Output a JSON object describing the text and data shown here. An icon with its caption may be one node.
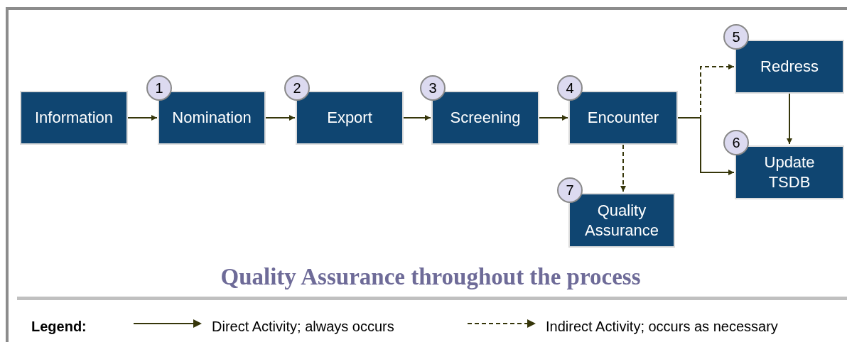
{
  "diagram": {
    "caption": "Quality Assurance throughout the process",
    "nodes": [
      {
        "text": [
          "Information"
        ]
      },
      {
        "text": [
          "Nomination"
        ],
        "beside": [
          "1"
        ]
      },
      {
        "text": [
          "Export"
        ],
        "beside": [
          "2"
        ]
      },
      {
        "text": [
          "Screening"
        ],
        "beside": [
          "3"
        ]
      },
      {
        "text": [
          "Encounter"
        ],
        "beside": [
          "4"
        ]
      },
      {
        "text": [
          "Redress"
        ],
        "beside": [
          "5"
        ]
      },
      {
        "text": [
          "Update TSDB"
        ],
        "beside": [
          "6"
        ]
      },
      {
        "text": [
          "Quality Assurance"
        ],
        "beside": [
          "7"
        ]
      }
    ],
    "edges": [
      {
        "from": 0,
        "to": 1,
        "arrow": "to"
      },
      {
        "from": 1,
        "to": 2,
        "arrow": "to"
      },
      {
        "from": 2,
        "to": 3,
        "arrow": "to"
      },
      {
        "from": 3,
        "to": 4,
        "arrow": "to"
      },
      {
        "from": 4,
        "to": 5,
        "arrow": "to",
        "style": "dashed"
      },
      {
        "from": 4,
        "to": 6,
        "arrow": "to"
      },
      {
        "from": 5,
        "to": 6,
        "arrow": "to"
      },
      {
        "from": 4,
        "to": 7,
        "arrow": "to",
        "style": "dashed"
      }
    ],
    "labels": [
      "Legend:"
    ],
    "legend": [
      {
        "text": "Direct Activity; always occurs"
      },
      {
        "text": "Indirect Activity; occurs as necessary"
      }
    ]
  }
}
